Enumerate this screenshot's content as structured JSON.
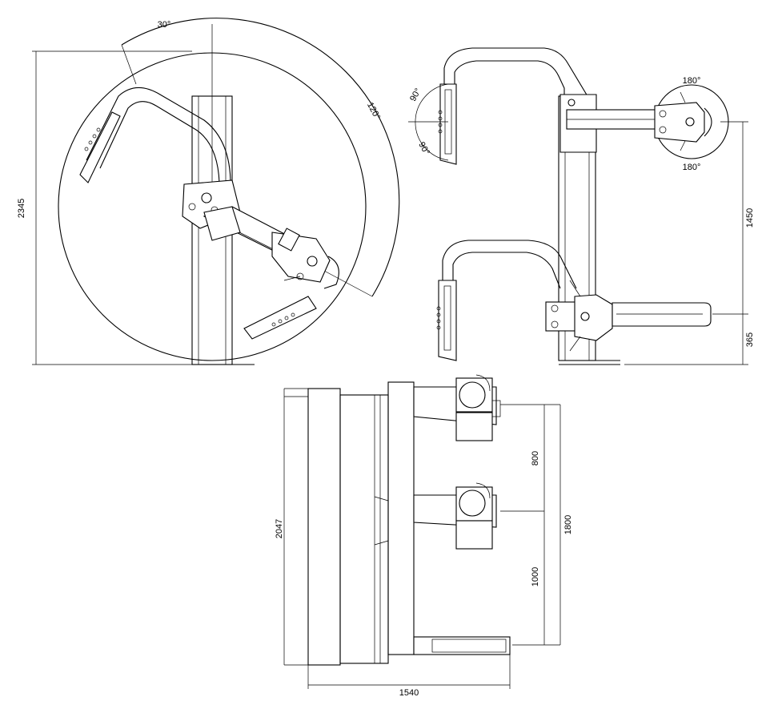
{
  "views": {
    "left": {
      "height_dim": "2345",
      "angle_top": "30°",
      "angle_arc": "120°"
    },
    "right": {
      "angle_upper": "90°",
      "angle_lower": "90°",
      "rot_top": "180°",
      "rot_bottom": "180°",
      "dim_1450": "1450",
      "dim_365": "365"
    },
    "bottom": {
      "dim_2047": "2047",
      "dim_800": "800",
      "dim_1800": "1800",
      "dim_1000": "1000",
      "dim_1540": "1540"
    }
  }
}
